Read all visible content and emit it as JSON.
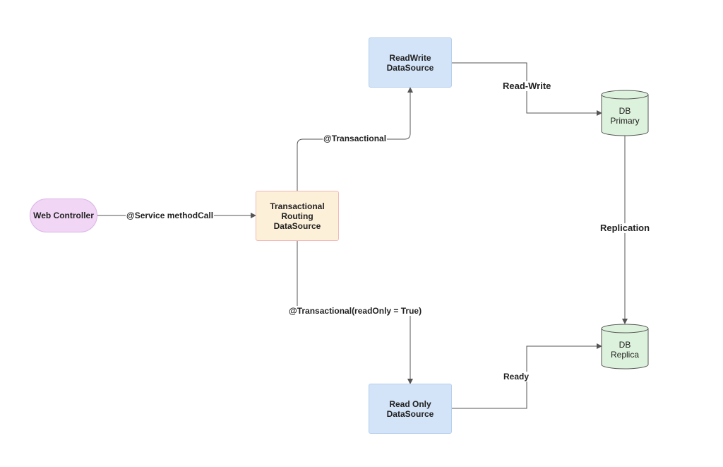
{
  "nodes": {
    "web_controller": "Web Controller",
    "routing": "Transactional\nRouting\nDataSource",
    "readwrite": "ReadWrite\nDataSource",
    "readonly": "Read Only\nDataSource",
    "db_primary": "DB\nPrimary",
    "db_replica": "DB\nReplica"
  },
  "edges": {
    "service_call": "@Service methodCall",
    "transactional": "@Transactional",
    "transactional_readonly": "@Transactional(readOnly = True)",
    "read_write": "Read-Write",
    "replication": "Replication",
    "ready": "Ready"
  },
  "colors": {
    "web_fill": "#f1d6f5",
    "web_border": "#d9b3e6",
    "routing_fill": "#fdf0d9",
    "routing_border": "#f2b8b8",
    "ds_fill": "#d3e3f8",
    "ds_border": "#b7cfee",
    "db_fill": "#ddf2dc",
    "db_border": "#555555",
    "line": "#555555"
  }
}
